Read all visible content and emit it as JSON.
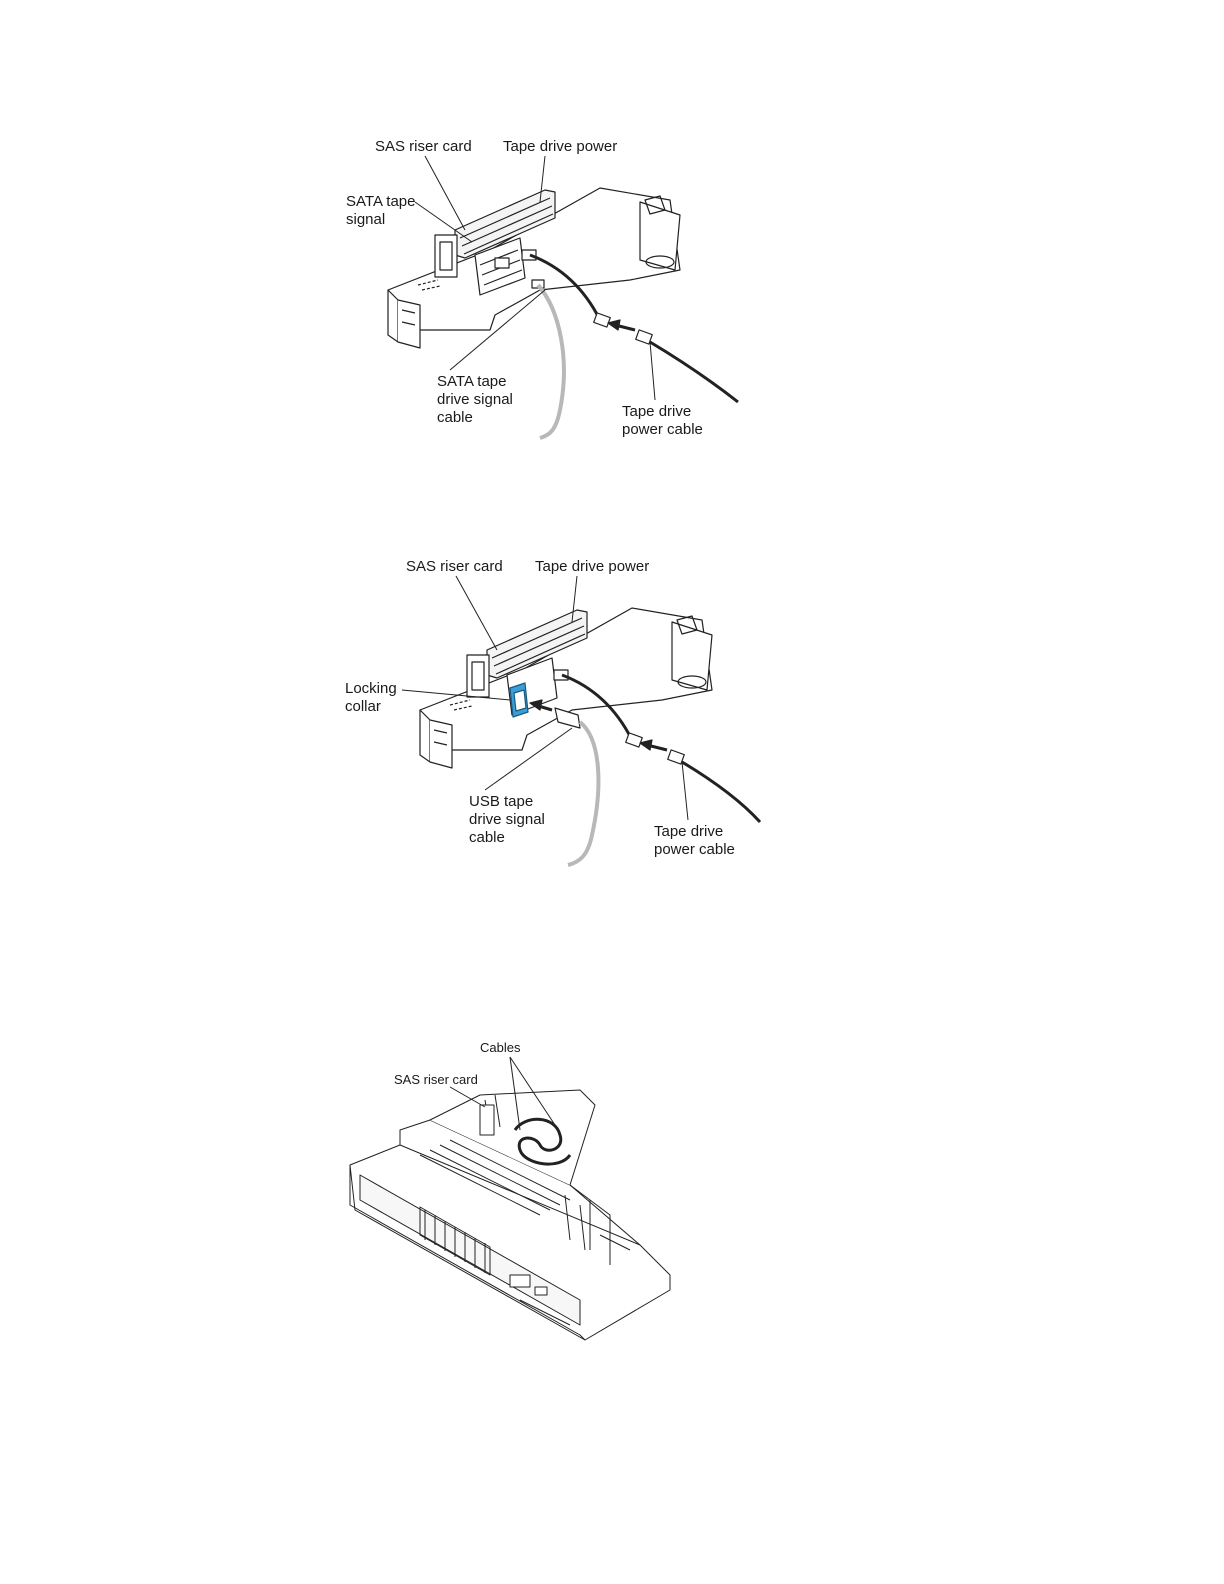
{
  "figures": [
    {
      "labels": {
        "sas_riser_card": "SAS riser card",
        "tape_drive_power": "Tape drive power",
        "sata_tape_signal": [
          "SATA tape",
          "signal"
        ],
        "signal_cable": [
          "SATA tape",
          "drive signal",
          "cable"
        ],
        "power_cable": [
          "Tape drive",
          "power cable"
        ]
      }
    },
    {
      "labels": {
        "sas_riser_card": "SAS riser card",
        "tape_drive_power": "Tape drive power",
        "locking_collar": [
          "Locking",
          "collar"
        ],
        "signal_cable": [
          "USB tape",
          "drive signal",
          "cable"
        ],
        "power_cable": [
          "Tape drive",
          "power cable"
        ]
      },
      "highlight_color": "#3a9fd6"
    },
    {
      "labels": {
        "cables": "Cables",
        "sas_riser_card": "SAS riser card"
      }
    }
  ]
}
